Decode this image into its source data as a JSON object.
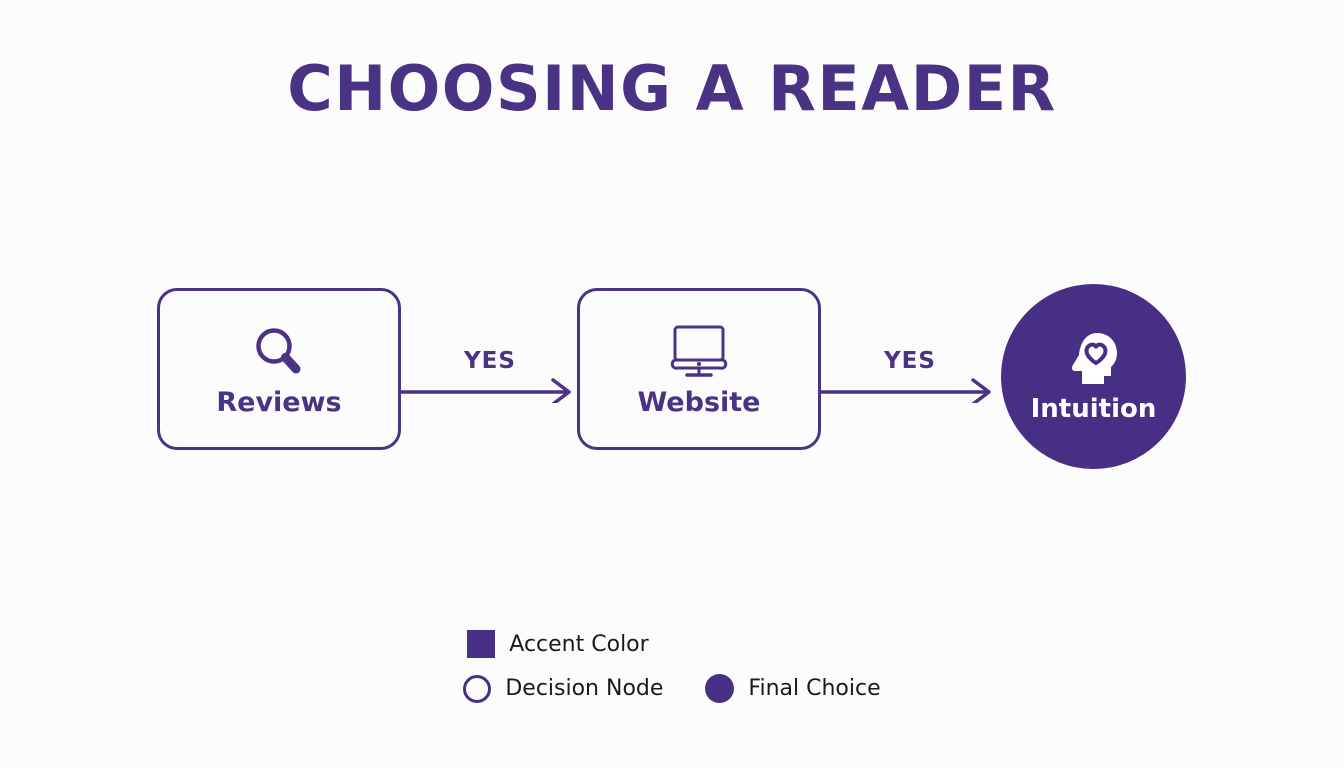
{
  "title": "CHOOSING A READER",
  "colors": {
    "accent": "#472f85",
    "title": "#4a3285",
    "background": "#fcfcfd",
    "node_fill": "#fcfcfd",
    "final_node_fill": "#472f85",
    "final_node_text": "#ffffff",
    "legend_text": "#1a1a1a"
  },
  "flow": {
    "nodes": [
      {
        "id": "reviews",
        "label": "Reviews",
        "icon": "magnifying-glass-icon",
        "shape": "rounded-rectangle",
        "type": "decision-node"
      },
      {
        "id": "website",
        "label": "Website",
        "icon": "monitor-icon",
        "shape": "rounded-rectangle",
        "type": "decision-node"
      },
      {
        "id": "intuition",
        "label": "Intuition",
        "icon": "head-with-heart-icon",
        "shape": "circle",
        "type": "final-choice"
      }
    ],
    "connectors": [
      {
        "id": "reviews-to-website",
        "label": "YES",
        "icon": "arrow-right-icon"
      },
      {
        "id": "website-to-intuition",
        "label": "YES",
        "icon": "arrow-right-icon"
      }
    ]
  },
  "legend": {
    "rows": [
      {
        "items": [
          {
            "id": "accent-color",
            "label": "Accent Color",
            "marker": "filled-square",
            "color": "#472f85"
          }
        ]
      },
      {
        "items": [
          {
            "id": "decision-node",
            "label": "Decision Node",
            "marker": "hollow-circle",
            "color": "#472f85"
          },
          {
            "id": "final-choice",
            "label": "Final Choice",
            "marker": "filled-circle",
            "color": "#472f85"
          }
        ]
      }
    ]
  }
}
